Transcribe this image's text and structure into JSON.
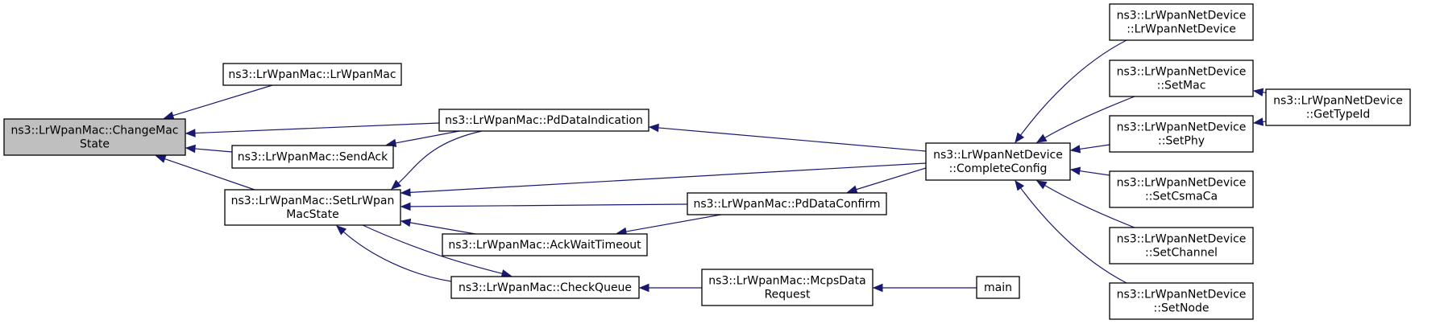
{
  "nodes": {
    "change_mac_state": [
      "ns3::LrWpanMac::ChangeMac",
      "State"
    ],
    "lrwpanmac_ctor": [
      "ns3::LrWpanMac::LrWpanMac"
    ],
    "pd_data_indication": [
      "ns3::LrWpanMac::PdDataIndication"
    ],
    "send_ack": [
      "ns3::LrWpanMac::SendAck"
    ],
    "set_lrwpan_mac_state": [
      "ns3::LrWpanMac::SetLrWpan",
      "MacState"
    ],
    "pd_data_confirm": [
      "ns3::LrWpanMac::PdDataConfirm"
    ],
    "ack_wait_timeout": [
      "ns3::LrWpanMac::AckWaitTimeout"
    ],
    "check_queue": [
      "ns3::LrWpanMac::CheckQueue"
    ],
    "mcps_data_request": [
      "ns3::LrWpanMac::McpsData",
      "Request"
    ],
    "main": [
      "main"
    ],
    "complete_config": [
      "ns3::LrWpanNetDevice",
      "::CompleteConfig"
    ],
    "netdevice_ctor": [
      "ns3::LrWpanNetDevice",
      "::LrWpanNetDevice"
    ],
    "set_mac": [
      "ns3::LrWpanNetDevice",
      "::SetMac"
    ],
    "set_phy": [
      "ns3::LrWpanNetDevice",
      "::SetPhy"
    ],
    "set_csma_ca": [
      "ns3::LrWpanNetDevice",
      "::SetCsmaCa"
    ],
    "set_channel": [
      "ns3::LrWpanNetDevice",
      "::SetChannel"
    ],
    "set_node": [
      "ns3::LrWpanNetDevice",
      "::SetNode"
    ],
    "get_type_id": [
      "ns3::LrWpanNetDevice",
      "::GetTypeId"
    ]
  },
  "edges": [
    {
      "from": "lrwpanmac_ctor",
      "to": "change_mac_state"
    },
    {
      "from": "pd_data_indication",
      "to": "change_mac_state"
    },
    {
      "from": "send_ack",
      "to": "change_mac_state"
    },
    {
      "from": "set_lrwpan_mac_state",
      "to": "change_mac_state"
    },
    {
      "from": "pd_data_indication",
      "to": "send_ack"
    },
    {
      "from": "pd_data_indication",
      "to": "set_lrwpan_mac_state"
    },
    {
      "from": "complete_config",
      "to": "set_lrwpan_mac_state"
    },
    {
      "from": "pd_data_confirm",
      "to": "set_lrwpan_mac_state"
    },
    {
      "from": "ack_wait_timeout",
      "to": "set_lrwpan_mac_state"
    },
    {
      "from": "check_queue",
      "to": "set_lrwpan_mac_state"
    },
    {
      "from": "set_lrwpan_mac_state",
      "to": "check_queue"
    },
    {
      "from": "complete_config",
      "to": "pd_data_indication"
    },
    {
      "from": "complete_config",
      "to": "pd_data_confirm"
    },
    {
      "from": "pd_data_confirm",
      "to": "ack_wait_timeout"
    },
    {
      "from": "mcps_data_request",
      "to": "check_queue"
    },
    {
      "from": "main",
      "to": "mcps_data_request"
    },
    {
      "from": "netdevice_ctor",
      "to": "complete_config"
    },
    {
      "from": "set_mac",
      "to": "complete_config"
    },
    {
      "from": "set_phy",
      "to": "complete_config"
    },
    {
      "from": "set_csma_ca",
      "to": "complete_config"
    },
    {
      "from": "set_channel",
      "to": "complete_config"
    },
    {
      "from": "set_node",
      "to": "complete_config"
    },
    {
      "from": "get_type_id",
      "to": "set_mac"
    },
    {
      "from": "get_type_id",
      "to": "set_phy"
    }
  ]
}
